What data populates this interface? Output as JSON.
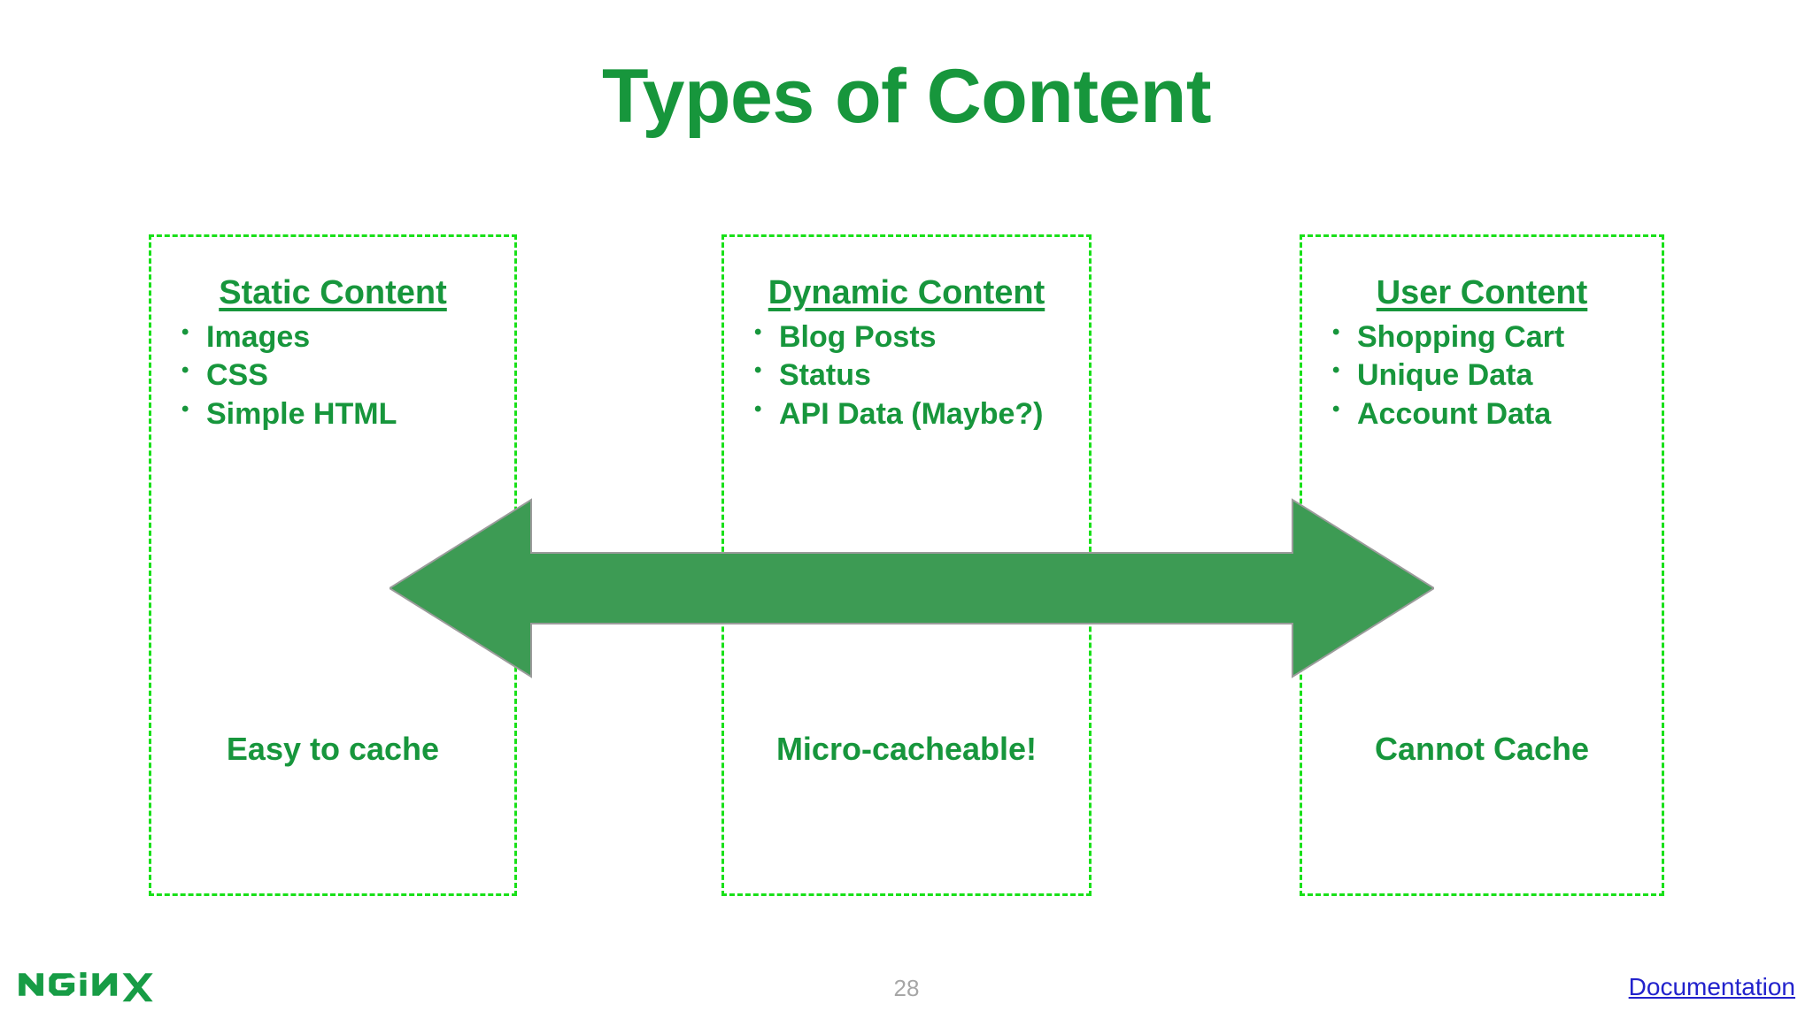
{
  "slide": {
    "title": "Types of Content",
    "columns": [
      {
        "heading": "Static Content",
        "bullets": [
          "Images",
          "CSS",
          "Simple HTML"
        ],
        "footer": "Easy to cache"
      },
      {
        "heading": "Dynamic Content",
        "bullets": [
          "Blog Posts",
          "Status",
          "API Data (Maybe?)"
        ],
        "footer": "Micro-cacheable!"
      },
      {
        "heading": "User Content",
        "bullets": [
          "Shopping Cart",
          "Unique Data",
          "Account Data"
        ],
        "footer": "Cannot Cache"
      }
    ],
    "arrow": {
      "icon": "double-headed-horizontal-arrow",
      "fill": "#3d9b54",
      "stroke": "#9b9b9b"
    }
  },
  "footer": {
    "logo_text": "NGINX",
    "logo_color": "#179c45",
    "page_number": "28",
    "link_label": "Documentation",
    "link_color": "#2222cc"
  },
  "theme": {
    "title_green": "#17963c",
    "dashed_green": "#19e019",
    "background": "#ffffff"
  }
}
